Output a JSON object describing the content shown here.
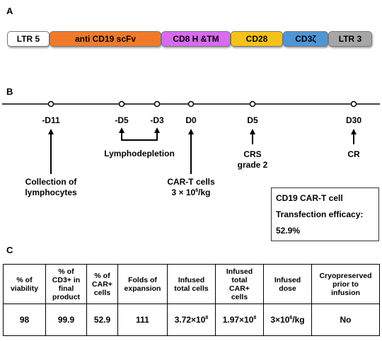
{
  "panels": {
    "a": "A",
    "b": "B",
    "c": "C"
  },
  "construct": {
    "segments": [
      {
        "label": "LTR 5",
        "color": "#ffffff"
      },
      {
        "label": "anti CD19 scFv",
        "color": "#f07a2a"
      },
      {
        "label": "CD8 H &TM",
        "color": "#d86bf0"
      },
      {
        "label": "CD28",
        "color": "#f5c21a"
      },
      {
        "label": "CD3ζ",
        "color": "#4f96d6"
      },
      {
        "label": "LTR 3",
        "color": "#a6a6a6"
      }
    ]
  },
  "timeline": {
    "days": [
      "-D11",
      "-D5",
      "-D3",
      "D0",
      "D5",
      "D30"
    ],
    "events": {
      "collection": [
        "Collection of",
        "lymphocytes"
      ],
      "lymphodepletion": "Lymphodepletion",
      "cart_line1": "CAR-T cells",
      "cart_dose_base": "3 × 10",
      "cart_dose_exp": "6",
      "cart_dose_unit": "/kg",
      "crs": [
        "CRS",
        "grade 2"
      ],
      "cr": "CR"
    },
    "info": {
      "line1": "CD19 CAR-T cell",
      "line2": "Transfection efficacy:",
      "line3": "52.9%"
    }
  },
  "table": {
    "headers": [
      [
        "% of",
        "viability"
      ],
      [
        "% of",
        "CD3+ in",
        "final",
        "product"
      ],
      [
        "% of",
        "CAR+",
        "cells"
      ],
      [
        "Folds of",
        "expansion"
      ],
      [
        "Infused",
        "total cells"
      ],
      [
        "Infused",
        "total",
        "CAR+",
        "cells"
      ],
      [
        "Infused",
        "dose"
      ],
      [
        "Cryopreserved",
        "prior to",
        "infusion"
      ]
    ],
    "row": {
      "viability": "98",
      "cd3": "99.9",
      "car": "52.9",
      "folds": "111",
      "total_cells_base": "3.72×10",
      "total_cells_exp": "8",
      "car_cells_base": "1.97×10",
      "car_cells_exp": "8",
      "dose_base": "3×10",
      "dose_exp": "6",
      "dose_unit": "/kg",
      "cryopreserved": "No"
    }
  }
}
